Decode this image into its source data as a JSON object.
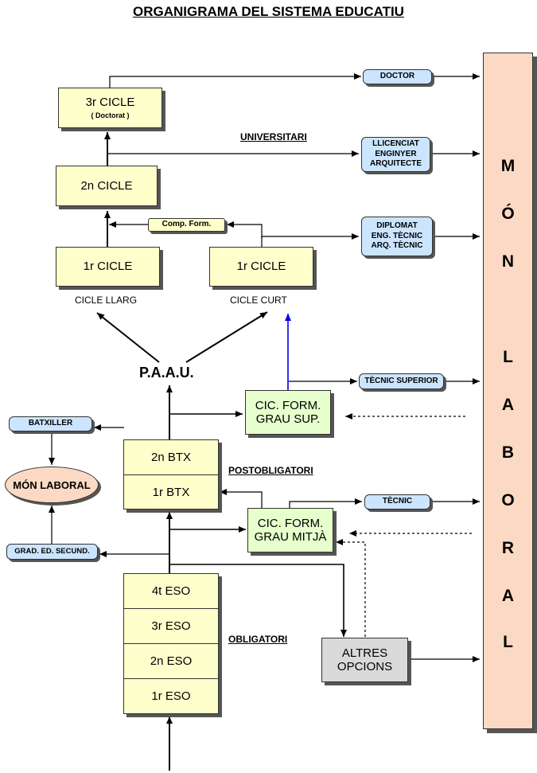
{
  "title": "ORGANIGRAMA DEL SISTEMA EDUCATIU",
  "university": {
    "cicle3": {
      "line1": "3r CICLE",
      "line2": "( Doctorat )"
    },
    "cicle2": "2n CICLE",
    "cicle1_llarg": "1r CICLE",
    "cicle1_curt": "1r CICLE",
    "label_llarg": "CICLE LLARG",
    "label_curt": "CICLE CURT",
    "section_label": "UNIVERSITARI",
    "comp_form": "Comp. Form."
  },
  "outcomes": {
    "doctor": "DOCTOR",
    "llicenciat": [
      "LLICENCIAT",
      "ENGINYER",
      "ARQUITECTE"
    ],
    "diplomat": [
      "DIPLOMAT",
      "ENG. TÈCNIC",
      "ARQ. TÈCNIC"
    ],
    "tecnic_superior": "TÈCNIC SUPERIOR",
    "tecnic": "TÈCNIC",
    "batxiller": "BATXILLER",
    "grad_ed_secund": "GRAD. ED. SECUND."
  },
  "paau": "P.A.A.U.",
  "cfgs": [
    "CIC. FORM.",
    "GRAU SUP."
  ],
  "cfgm": [
    "CIC. FORM.",
    "GRAU MITJÀ"
  ],
  "batxillerat": {
    "items": [
      "2n BTX",
      "1r BTX"
    ],
    "section_label": "POSTOBLIGATORI"
  },
  "eso": {
    "items": [
      "4t ESO",
      "3r ESO",
      "2n ESO",
      "1r ESO"
    ],
    "section_label": "OBLIGATORI"
  },
  "altres_opcions": [
    "ALTRES",
    "OPCIONS"
  ],
  "mon_laboral_small": "MÓN LABORAL",
  "mon_laboral_letters": [
    "M",
    "Ó",
    "N",
    "L",
    "A",
    "B",
    "O",
    "R",
    "A",
    "L"
  ],
  "colors": {
    "box_yellow": "#ffffcc",
    "box_green": "#e6ffcc",
    "pill_blue": "#cce5ff",
    "laboral": "#fcd9c4",
    "arrow_blue": "#0000ee"
  }
}
